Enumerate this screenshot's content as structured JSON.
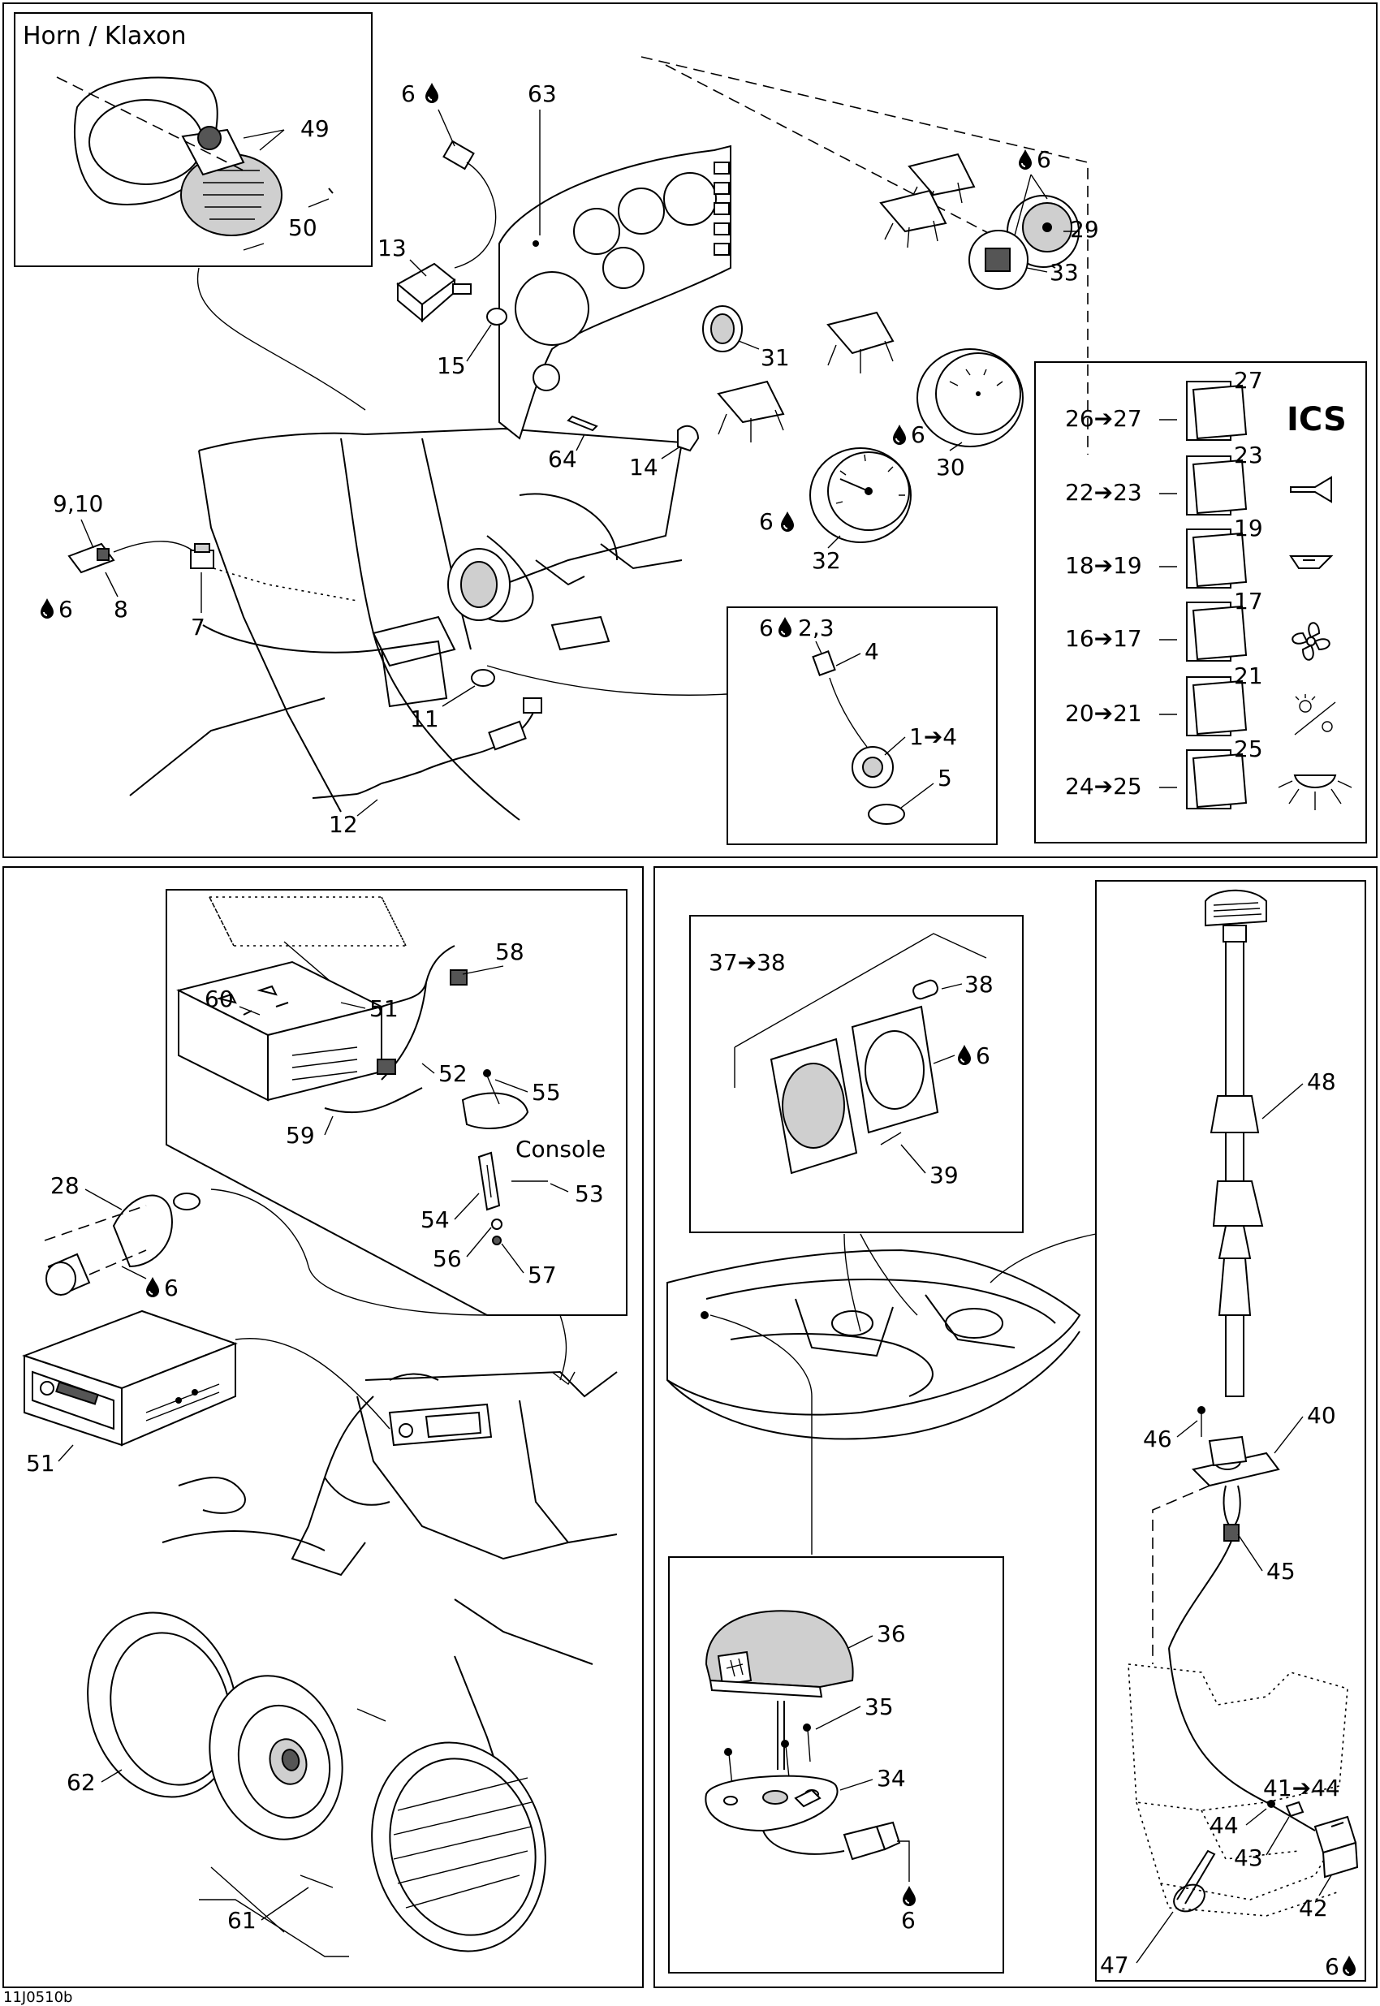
{
  "insets": {
    "horn": "Horn  / Klaxon",
    "console": "Console"
  },
  "switch_legend": [
    {
      "pair": "26➔27",
      "part": "27",
      "icon": "ics-icon",
      "icon_text": "ICS"
    },
    {
      "pair": "22➔23",
      "part": "23",
      "icon": "horn-icon"
    },
    {
      "pair": "18➔19",
      "part": "19",
      "icon": "trim-icon"
    },
    {
      "pair": "16➔17",
      "part": "17",
      "icon": "fan-icon"
    },
    {
      "pair": "20➔21",
      "part": "21",
      "icon": "anchor-light-icon"
    },
    {
      "pair": "24➔25",
      "part": "25",
      "icon": "courtesy-light-icon"
    }
  ],
  "callouts": {
    "c6": "6",
    "c63": "63",
    "c49": "49",
    "c50": "50",
    "c13": "13",
    "c15": "15",
    "c31": "31",
    "c29": "29",
    "c33": "33",
    "c6_29": "6",
    "c30": "30",
    "c6_30": "6",
    "c32": "32",
    "c6_32": "6",
    "c64": "64",
    "c14": "14",
    "c9_10": "9,10",
    "c8": "8",
    "c6_8": "6",
    "c7": "7",
    "c11": "11",
    "c12": "12",
    "c6_23": "6",
    "c2_3": "2,3",
    "c4": "4",
    "c1_4": "1➔4",
    "c5": "5",
    "c58": "58",
    "c60": "60",
    "c51a": "51",
    "c52": "52",
    "c55": "55",
    "c59": "59",
    "c54": "54",
    "c53": "53",
    "c56": "56",
    "c57": "57",
    "c28": "28",
    "c6_28": "6",
    "c51b": "51",
    "c62": "62",
    "c61": "61",
    "c37_38": "37➔38",
    "c38": "38",
    "c6_38": "6",
    "c39": "39",
    "c48": "48",
    "c40": "40",
    "c46": "46",
    "c45": "45",
    "c36": "36",
    "c35": "35",
    "c34": "34",
    "c6_34": "6",
    "c41_44": "41➔44",
    "c44": "44",
    "c43": "43",
    "c42": "42",
    "c47": "47",
    "c6_42": "6"
  },
  "icons": {
    "drop": "oil-drop-icon"
  },
  "footer": {
    "code": "11J0510b"
  }
}
